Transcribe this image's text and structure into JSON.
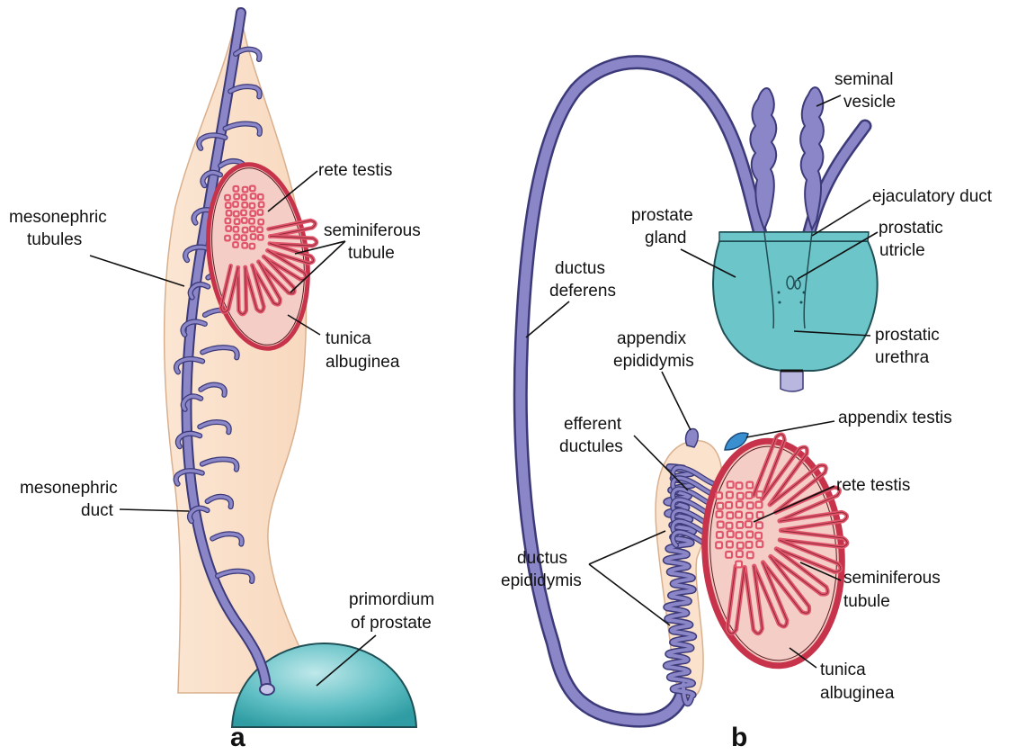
{
  "colors": {
    "duct": "#8a86c8",
    "duct_outline": "#3c3a78",
    "tissue": "#fbe2cc",
    "testis": "#f2c6bf",
    "tubule": "#e0556a",
    "tunica": "#c6334a",
    "prostate": "#6cc5c9",
    "appendix_testis": "#3a8fd1"
  },
  "panel_a": {
    "letter": "a",
    "labels": {
      "mesonephric_tubules": [
        "mesonephric",
        "tubules"
      ],
      "rete_testis": "rete testis",
      "seminiferous_tubule": [
        "seminiferous",
        "tubule"
      ],
      "tunica_albuginea": [
        "tunica",
        "albuginea"
      ],
      "mesonephric_duct": [
        "mesonephric",
        "duct"
      ],
      "primordium_of_prostate": [
        "primordium",
        "of prostate"
      ]
    }
  },
  "panel_b": {
    "letter": "b",
    "labels": {
      "seminal_vesicle": [
        "seminal",
        "vesicle"
      ],
      "ejaculatory_duct": "ejaculatory duct",
      "prostate_gland": [
        "prostate",
        "gland"
      ],
      "prostatic_utricle": [
        "prostatic",
        "utricle"
      ],
      "ductus_deferens": [
        "ductus",
        "deferens"
      ],
      "prostatic_urethra": [
        "prostatic",
        "urethra"
      ],
      "appendix_epididymis": [
        "appendix",
        "epididymis"
      ],
      "efferent_ductules": [
        "efferent",
        "ductules"
      ],
      "appendix_testis": "appendix testis",
      "rete_testis": "rete testis",
      "ductus_epididymis": [
        "ductus",
        "epididymis"
      ],
      "seminiferous_tubule": [
        "seminiferous",
        "tubule"
      ],
      "tunica_albuginea": [
        "tunica",
        "albuginea"
      ]
    }
  }
}
